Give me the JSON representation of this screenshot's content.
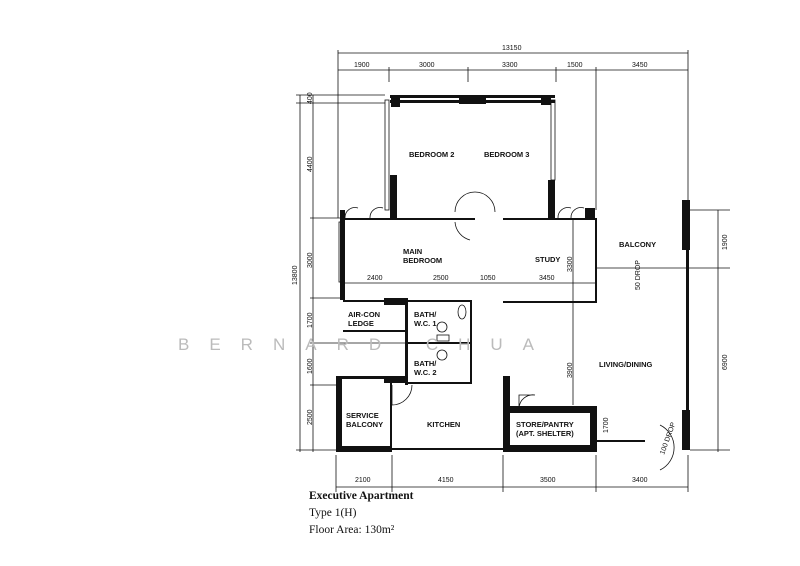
{
  "rooms": {
    "bedroom2": "BEDROOM 2",
    "bedroom3": "BEDROOM 3",
    "main_bedroom_1": "MAIN",
    "main_bedroom_2": "BEDROOM",
    "study": "STUDY",
    "balcony": "BALCONY",
    "aircon_1": "AIR-CON",
    "aircon_2": "LEDGE",
    "bath1_1": "BATH/",
    "bath1_2": "W.C. 1",
    "bath2_1": "BATH/",
    "bath2_2": "W.C. 2",
    "living": "LIVING/DINING",
    "service_1": "SERVICE",
    "service_2": "BALCONY",
    "kitchen": "KITCHEN",
    "store_1": "STORE/PANTRY",
    "store_2": "(APT. SHELTER)",
    "drop50": "50 DROP",
    "drop100": "100 DROP"
  },
  "dims": {
    "top_total": "13150",
    "top": [
      "1900",
      "3000",
      "3300",
      "1500",
      "3450"
    ],
    "left_total": "13800",
    "left": [
      "400",
      "4400",
      "3000",
      "1700",
      "1600",
      "2500"
    ],
    "right": [
      "1900",
      "6900"
    ],
    "inner": [
      "2400",
      "2500",
      "1050",
      "3450"
    ],
    "inner_v": [
      "3300",
      "3900",
      "1700"
    ],
    "bottom": [
      "2100",
      "4150",
      "3500",
      "3400"
    ]
  },
  "watermark": "BERNARD CHUA",
  "caption": {
    "title": "Executive Apartment",
    "type": "Type 1(H)",
    "area": "Floor Area: 130m²"
  }
}
